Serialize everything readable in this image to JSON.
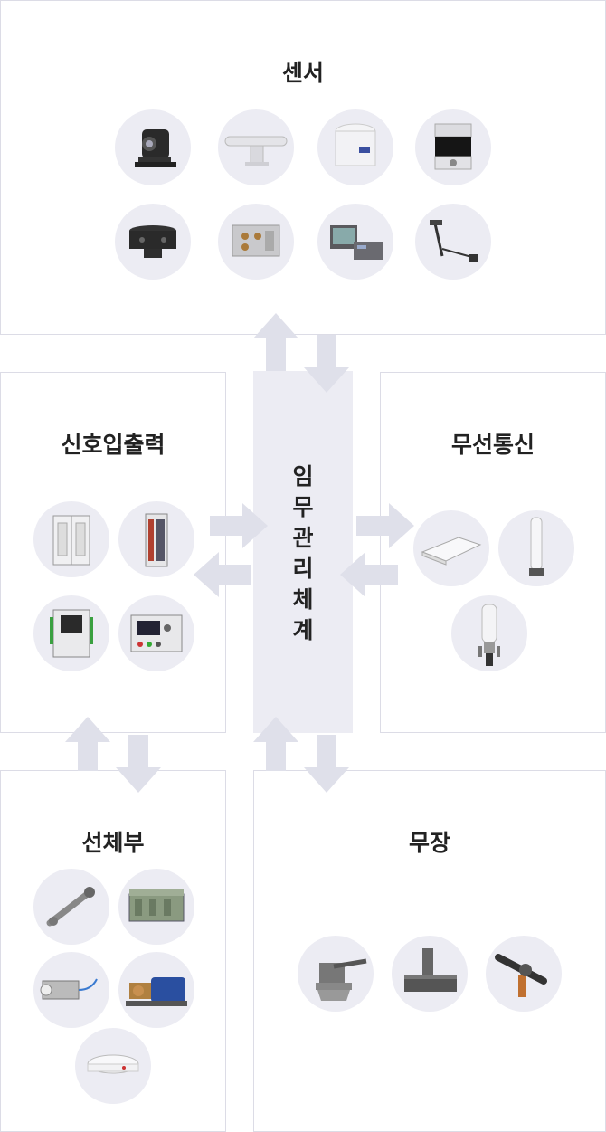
{
  "sensor": {
    "title": "센서",
    "icons": [
      "eo-ir-camera-icon",
      "radar-antenna-icon",
      "radome-icon",
      "lidar-icon",
      "multi-sensor-icon",
      "sensor-module-icon",
      "display-console-icon",
      "anemometer-icon"
    ]
  },
  "signal_io": {
    "title": "신호입출력",
    "icons": [
      "cabinet-icon",
      "io-rack-icon",
      "io-controller-icon",
      "control-panel-icon"
    ]
  },
  "core": {
    "title": "임무관리체계",
    "chars": [
      "임",
      "무",
      "관",
      "리",
      "체",
      "계"
    ]
  },
  "wireless": {
    "title": "무선통신",
    "icons": [
      "flat-antenna-icon",
      "whip-antenna-icon",
      "omni-antenna-icon"
    ]
  },
  "hull": {
    "title": "선체부",
    "icons": [
      "steering-arm-icon",
      "generator-icon",
      "shaft-sensor-icon",
      "motor-pump-icon",
      "smoke-detector-icon"
    ]
  },
  "weapon": {
    "title": "무장",
    "icons": [
      "gun-turret-icon",
      "launcher-icon",
      "water-cannon-icon"
    ]
  },
  "colors": {
    "arrow": "#dfe0ea",
    "panel": "#ececf3",
    "border": "#dcdce6"
  }
}
